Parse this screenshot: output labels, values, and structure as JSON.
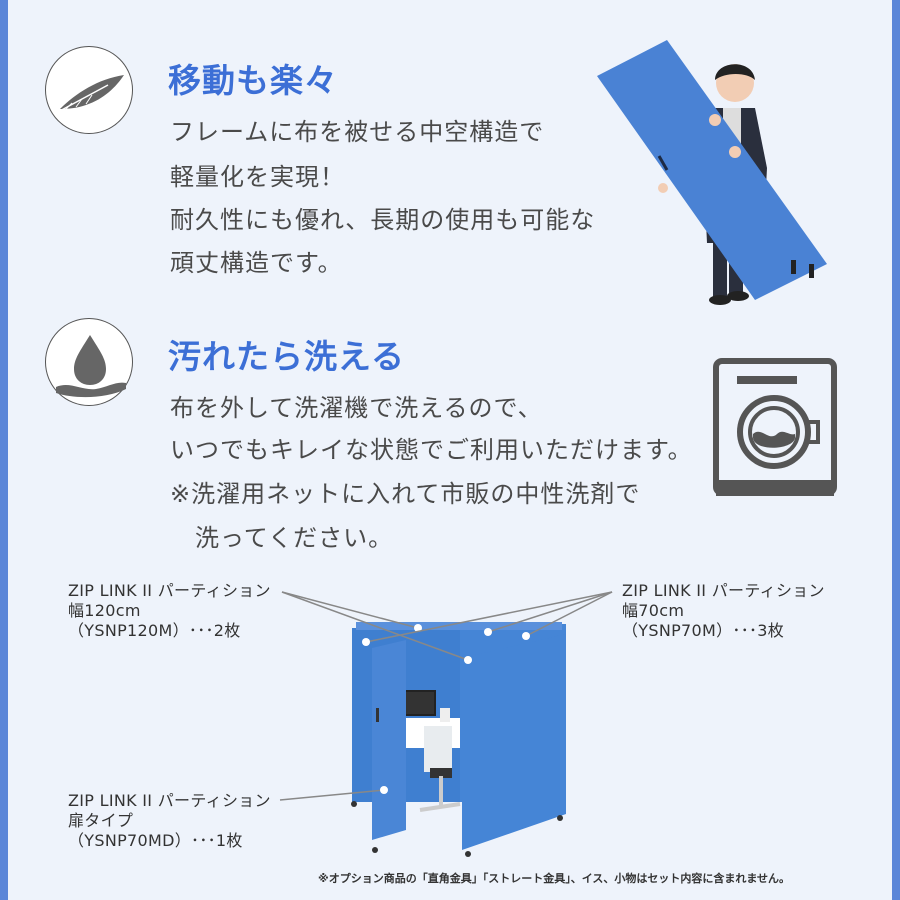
{
  "feature_light": {
    "icon": "feather-icon",
    "title": "移動も楽々",
    "lines": [
      "フレームに布を被せる中空構造で",
      "軽量化を実現！",
      "耐久性にも優れ、長期の使用も可能な",
      "頑丈構造です。"
    ]
  },
  "feature_wash": {
    "icon": "water-drop-icon",
    "title": "汚れたら洗える",
    "lines": [
      "布を外して洗濯機で洗えるので、",
      "いつでもキレイな状態でご利用いただけます。",
      "※洗濯用ネットに入れて市販の中性洗剤で",
      "　洗ってください。"
    ]
  },
  "callouts": {
    "left_top": [
      "ZIP LINK II パーティション",
      "幅120cm",
      "（YSNP120M）･･･2枚"
    ],
    "right_top": [
      "ZIP LINK II パーティション",
      "幅70cm",
      "（YSNP70M）･･･3枚"
    ],
    "left_bottom": [
      "ZIP LINK II パーティション",
      "扉タイプ",
      "（YSNP70MD）･･･1枚"
    ]
  },
  "footnote": "※オプション商品の「直角金具」「ストレート金具」、イス、小物はセット内容に含まれません。",
  "colors": {
    "accent": "#3c6fd6",
    "frame": "#5b86d8",
    "panel_blue": "#3f7fd0",
    "background": "#eef3fb"
  }
}
